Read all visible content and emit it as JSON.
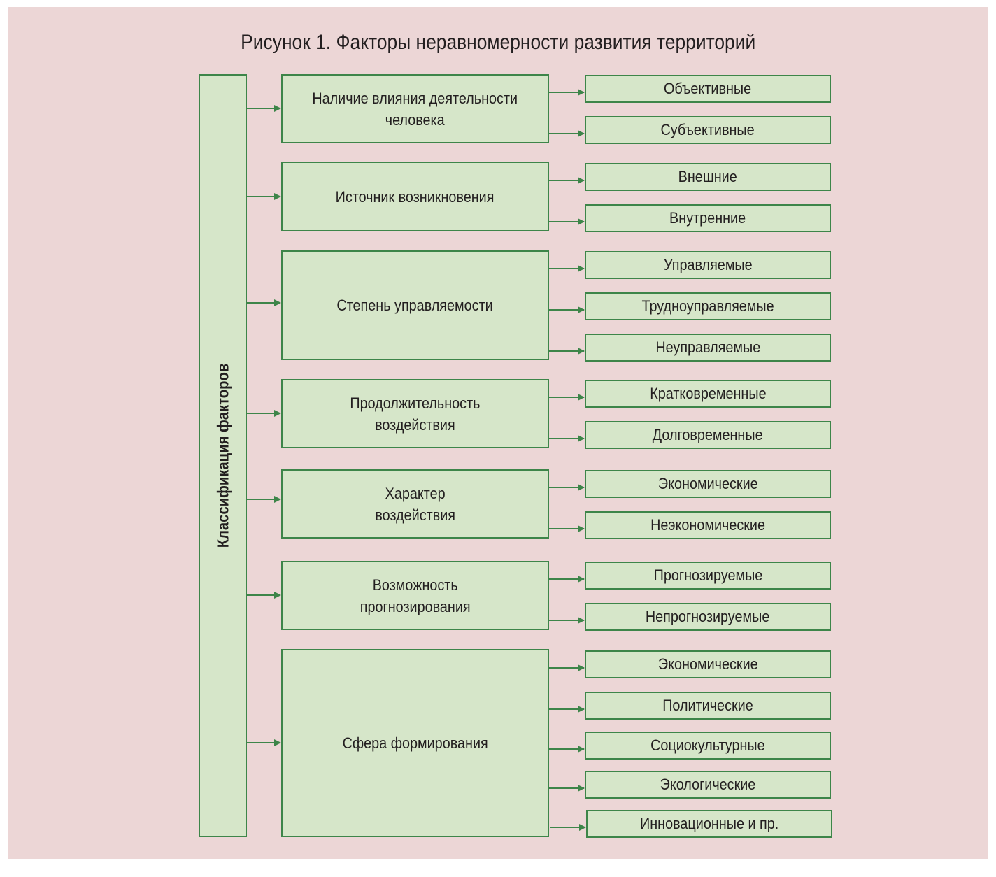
{
  "title": "Рисунок 1. Факторы неравномерности развития территорий",
  "colors": {
    "background": "#ECD6D6",
    "box_fill": "#D6E6C9",
    "stroke": "#3D8549",
    "text": "#231F20"
  },
  "root": {
    "label": "Классификация факторов"
  },
  "groups": [
    {
      "label": "Наличие влияния деятельности\nчеловека",
      "items": [
        "Объективные",
        "Субъективные"
      ]
    },
    {
      "label": "Источник возникновения",
      "items": [
        "Внешние",
        "Внутренние"
      ]
    },
    {
      "label": "Степень управляемости",
      "items": [
        "Управляемые",
        "Трудноуправляемые",
        "Неуправляемые"
      ]
    },
    {
      "label": "Продолжительность\nвоздействия",
      "items": [
        "Кратковременные",
        "Долговременные"
      ]
    },
    {
      "label": "Характер\nвоздействия",
      "items": [
        "Экономические",
        "Неэкономические"
      ]
    },
    {
      "label": "Возможность\nпрогнозирования",
      "items": [
        "Прогнозируемые",
        "Непрогнозируемые"
      ]
    },
    {
      "label": "Сфера формирования",
      "items": [
        "Экономические",
        "Политические",
        "Социокультурные",
        "Экологические",
        "Инновационные и пр."
      ]
    }
  ]
}
